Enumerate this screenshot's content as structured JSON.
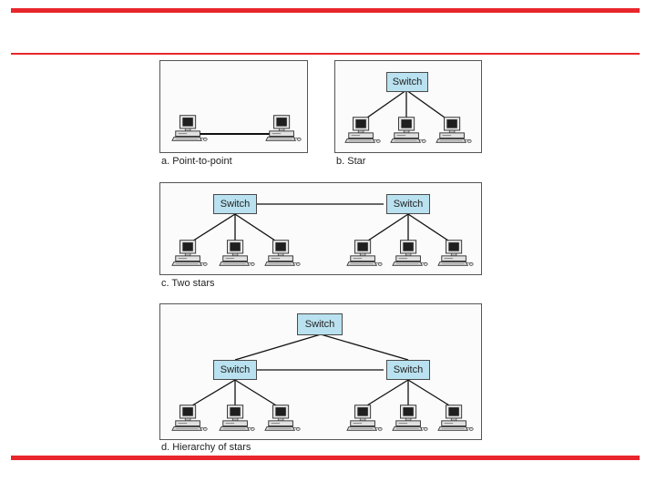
{
  "colors": {
    "accent_rule": "#e8262c",
    "switch_fill": "#b9e1ef",
    "panel_border": "#555555"
  },
  "icons": {
    "computer": "desktop-computer-icon",
    "switch": "switch-box"
  },
  "diagrams": {
    "point_to_point": {
      "caption": "a. Point-to-point"
    },
    "star": {
      "caption": "b. Star",
      "switch_label": "Switch"
    },
    "two_stars": {
      "caption": "c. Two stars",
      "switch_left_label": "Switch",
      "switch_right_label": "Switch"
    },
    "hierarchy": {
      "caption": "d. Hierarchy of stars",
      "switch_top_label": "Switch",
      "switch_left_label": "Switch",
      "switch_right_label": "Switch"
    }
  }
}
